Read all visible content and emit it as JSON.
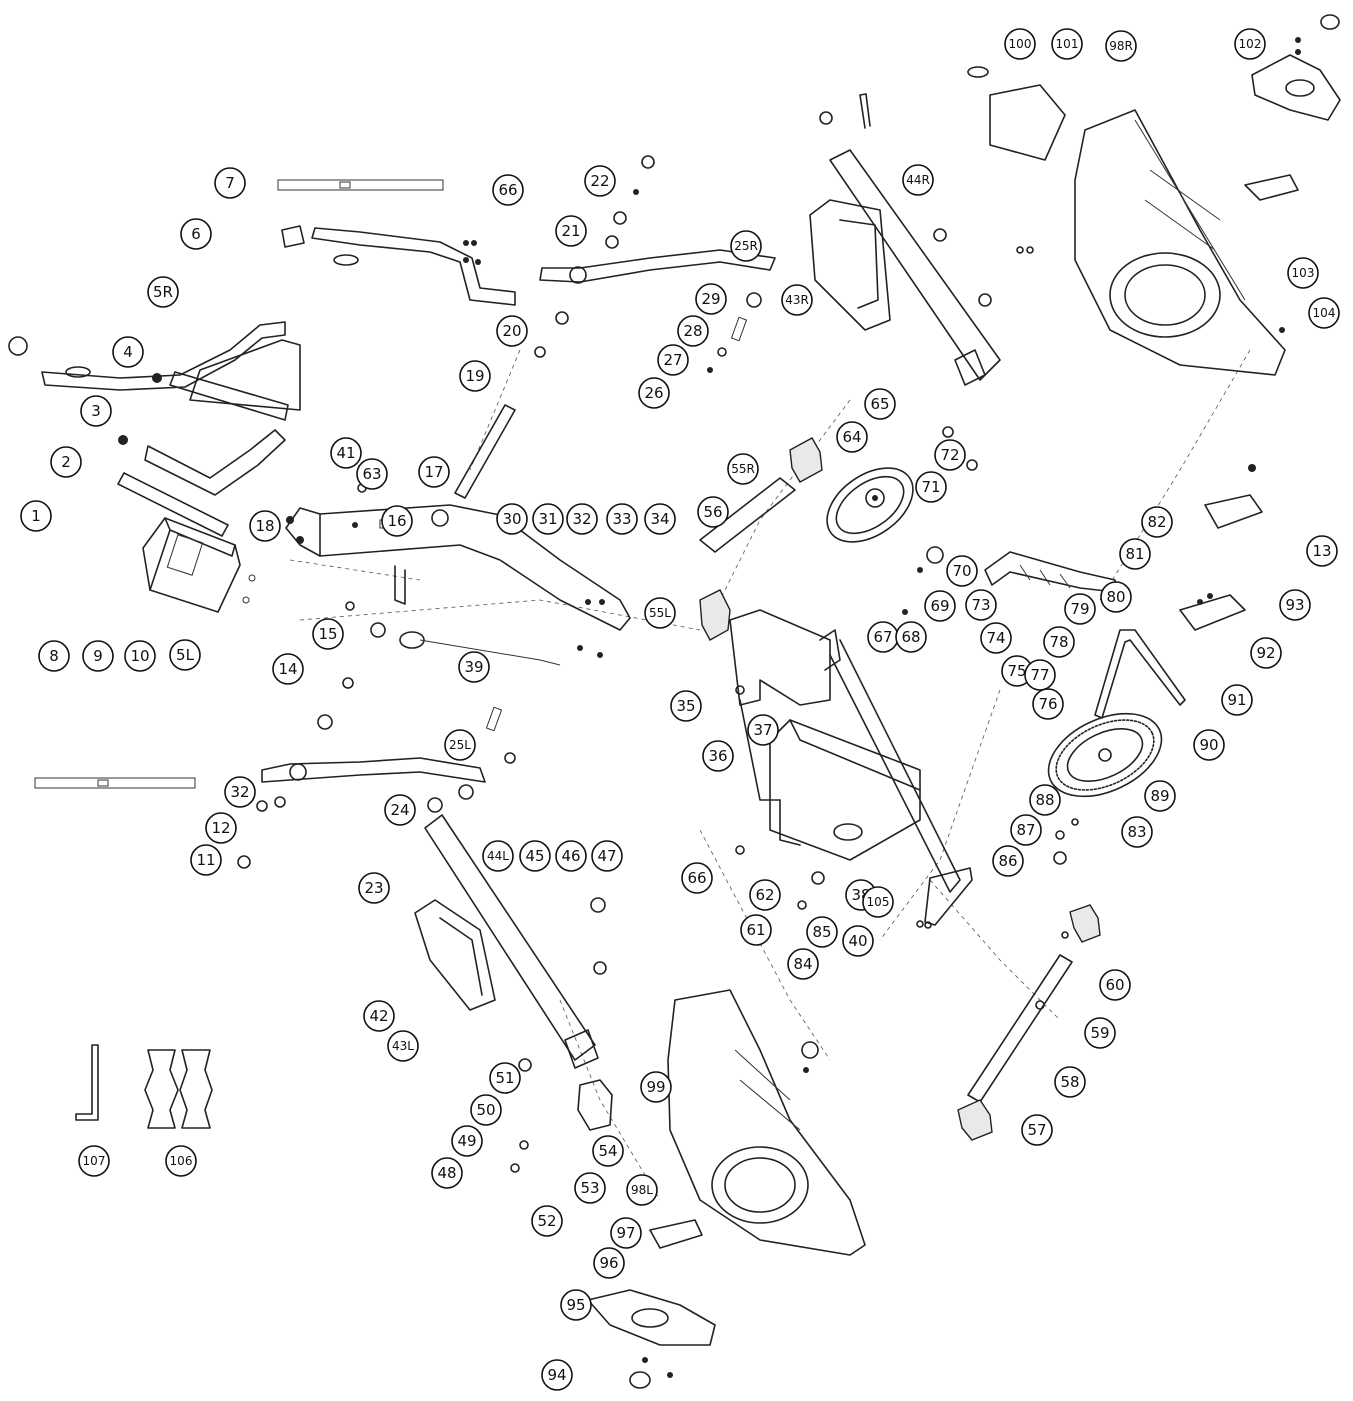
{
  "callouts": [
    {
      "id": "c1",
      "label": "1"
    },
    {
      "id": "c2",
      "label": "2"
    },
    {
      "id": "c3",
      "label": "3"
    },
    {
      "id": "c4",
      "label": "4"
    },
    {
      "id": "c5R",
      "label": "5R"
    },
    {
      "id": "c5L",
      "label": "5L"
    },
    {
      "id": "c6",
      "label": "6"
    },
    {
      "id": "c7",
      "label": "7"
    },
    {
      "id": "c8",
      "label": "8"
    },
    {
      "id": "c9",
      "label": "9"
    },
    {
      "id": "c10",
      "label": "10"
    },
    {
      "id": "c11",
      "label": "11"
    },
    {
      "id": "c12",
      "label": "12"
    },
    {
      "id": "c13",
      "label": "13"
    },
    {
      "id": "c14",
      "label": "14"
    },
    {
      "id": "c15",
      "label": "15"
    },
    {
      "id": "c16",
      "label": "16"
    },
    {
      "id": "c17",
      "label": "17"
    },
    {
      "id": "c18",
      "label": "18"
    },
    {
      "id": "c19",
      "label": "19"
    },
    {
      "id": "c20",
      "label": "20"
    },
    {
      "id": "c21",
      "label": "21"
    },
    {
      "id": "c22",
      "label": "22"
    },
    {
      "id": "c23",
      "label": "23"
    },
    {
      "id": "c24",
      "label": "24"
    },
    {
      "id": "c25R",
      "label": "25R"
    },
    {
      "id": "c25L",
      "label": "25L"
    },
    {
      "id": "c26",
      "label": "26"
    },
    {
      "id": "c27",
      "label": "27"
    },
    {
      "id": "c28",
      "label": "28"
    },
    {
      "id": "c29",
      "label": "29"
    },
    {
      "id": "c30",
      "label": "30"
    },
    {
      "id": "c31",
      "label": "31"
    },
    {
      "id": "c32a",
      "label": "32"
    },
    {
      "id": "c32b",
      "label": "32"
    },
    {
      "id": "c33",
      "label": "33"
    },
    {
      "id": "c34",
      "label": "34"
    },
    {
      "id": "c35",
      "label": "35"
    },
    {
      "id": "c36",
      "label": "36"
    },
    {
      "id": "c37",
      "label": "37"
    },
    {
      "id": "c38",
      "label": "38"
    },
    {
      "id": "c39",
      "label": "39"
    },
    {
      "id": "c40",
      "label": "40"
    },
    {
      "id": "c41",
      "label": "41"
    },
    {
      "id": "c42",
      "label": "42"
    },
    {
      "id": "c43R",
      "label": "43R"
    },
    {
      "id": "c43L",
      "label": "43L"
    },
    {
      "id": "c44R",
      "label": "44R"
    },
    {
      "id": "c44L",
      "label": "44L"
    },
    {
      "id": "c45",
      "label": "45"
    },
    {
      "id": "c46",
      "label": "46"
    },
    {
      "id": "c47",
      "label": "47"
    },
    {
      "id": "c48",
      "label": "48"
    },
    {
      "id": "c49",
      "label": "49"
    },
    {
      "id": "c50",
      "label": "50"
    },
    {
      "id": "c51",
      "label": "51"
    },
    {
      "id": "c52",
      "label": "52"
    },
    {
      "id": "c53",
      "label": "53"
    },
    {
      "id": "c54",
      "label": "54"
    },
    {
      "id": "c55R",
      "label": "55R"
    },
    {
      "id": "c55L",
      "label": "55L"
    },
    {
      "id": "c56",
      "label": "56"
    },
    {
      "id": "c57",
      "label": "57"
    },
    {
      "id": "c58",
      "label": "58"
    },
    {
      "id": "c59",
      "label": "59"
    },
    {
      "id": "c60",
      "label": "60"
    },
    {
      "id": "c61",
      "label": "61"
    },
    {
      "id": "c62",
      "label": "62"
    },
    {
      "id": "c63",
      "label": "63"
    },
    {
      "id": "c64",
      "label": "64"
    },
    {
      "id": "c65",
      "label": "65"
    },
    {
      "id": "c66a",
      "label": "66"
    },
    {
      "id": "c66b",
      "label": "66"
    },
    {
      "id": "c67",
      "label": "67"
    },
    {
      "id": "c68",
      "label": "68"
    },
    {
      "id": "c69",
      "label": "69"
    },
    {
      "id": "c70",
      "label": "70"
    },
    {
      "id": "c71",
      "label": "71"
    },
    {
      "id": "c72",
      "label": "72"
    },
    {
      "id": "c73",
      "label": "73"
    },
    {
      "id": "c74",
      "label": "74"
    },
    {
      "id": "c75",
      "label": "75"
    },
    {
      "id": "c76",
      "label": "76"
    },
    {
      "id": "c77",
      "label": "77"
    },
    {
      "id": "c78",
      "label": "78"
    },
    {
      "id": "c79",
      "label": "79"
    },
    {
      "id": "c80",
      "label": "80"
    },
    {
      "id": "c81",
      "label": "81"
    },
    {
      "id": "c82",
      "label": "82"
    },
    {
      "id": "c83",
      "label": "83"
    },
    {
      "id": "c84",
      "label": "84"
    },
    {
      "id": "c85",
      "label": "85"
    },
    {
      "id": "c86",
      "label": "86"
    },
    {
      "id": "c87",
      "label": "87"
    },
    {
      "id": "c88",
      "label": "88"
    },
    {
      "id": "c89",
      "label": "89"
    },
    {
      "id": "c90",
      "label": "90"
    },
    {
      "id": "c91",
      "label": "91"
    },
    {
      "id": "c92",
      "label": "92"
    },
    {
      "id": "c93",
      "label": "93"
    },
    {
      "id": "c94",
      "label": "94"
    },
    {
      "id": "c95",
      "label": "95"
    },
    {
      "id": "c96",
      "label": "96"
    },
    {
      "id": "c97",
      "label": "97"
    },
    {
      "id": "c98R",
      "label": "98R"
    },
    {
      "id": "c98L",
      "label": "98L"
    },
    {
      "id": "c99",
      "label": "99"
    },
    {
      "id": "c100",
      "label": "100"
    },
    {
      "id": "c101",
      "label": "101"
    },
    {
      "id": "c102",
      "label": "102"
    },
    {
      "id": "c103",
      "label": "103"
    },
    {
      "id": "c104",
      "label": "104"
    },
    {
      "id": "c105",
      "label": "105"
    },
    {
      "id": "c106",
      "label": "106"
    },
    {
      "id": "c107",
      "label": "107"
    }
  ]
}
